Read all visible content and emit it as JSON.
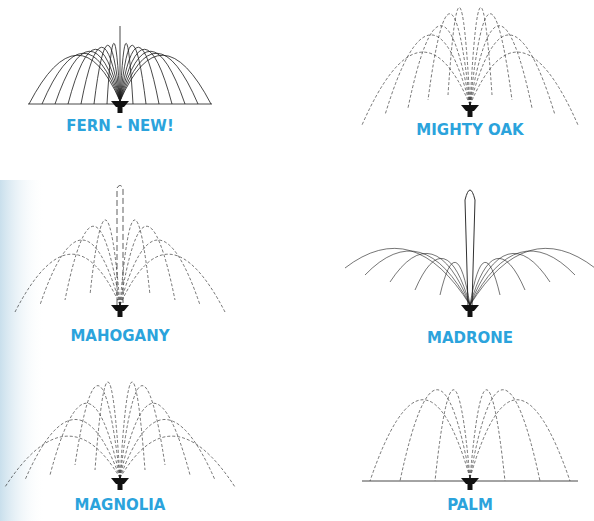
{
  "diagram": {
    "labels": [
      "FERN - NEW!",
      "MIGHTY OAK",
      "MAHOGANY",
      "MADRONE",
      "MAGNOLIA",
      "PALM"
    ]
  }
}
